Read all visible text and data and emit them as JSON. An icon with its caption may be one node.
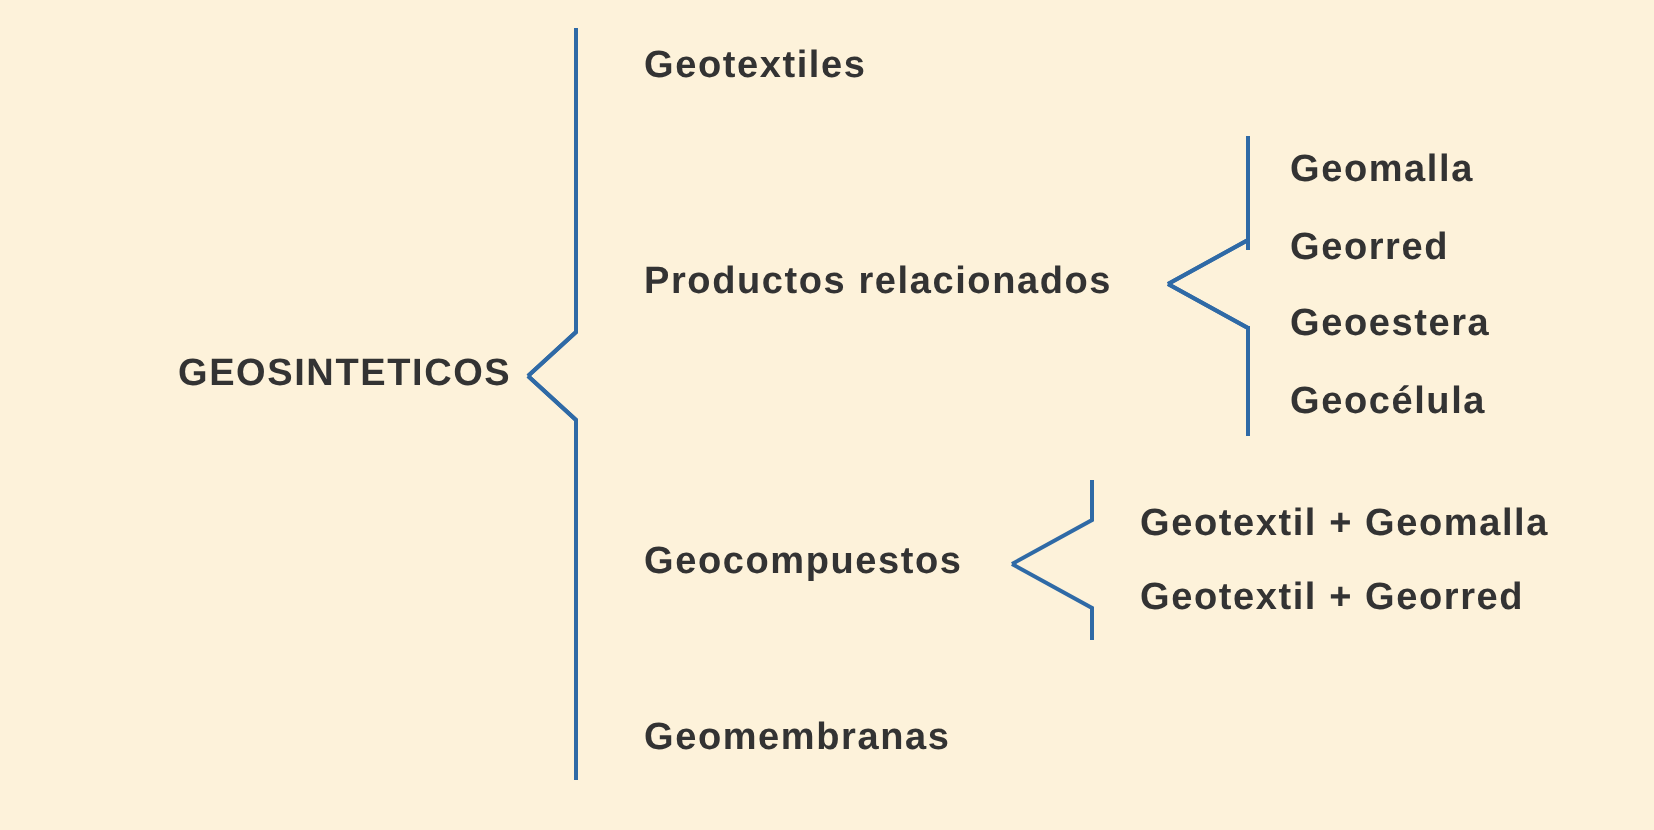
{
  "diagram": {
    "nodes": [
      {
        "text": [
          "GEOSINTETICOS"
        ]
      },
      {
        "text": [
          "Geotextiles"
        ]
      },
      {
        "text": [
          "Productos relacionados"
        ]
      },
      {
        "text": [
          "Geocompuestos"
        ]
      },
      {
        "text": [
          "Geomembranas"
        ]
      },
      {
        "text": [
          "Geomalla"
        ]
      },
      {
        "text": [
          "Georred"
        ]
      },
      {
        "text": [
          "Geoestera"
        ]
      },
      {
        "text": [
          "Geocélula"
        ]
      },
      {
        "text": [
          "Geotextil + Geomalla"
        ]
      },
      {
        "text": [
          "Geotextil + Georred"
        ]
      }
    ],
    "edges": [
      {
        "from": 0,
        "to": 1,
        "arrow": "none"
      },
      {
        "from": 0,
        "to": 2,
        "arrow": "none"
      },
      {
        "from": 0,
        "to": 3,
        "arrow": "none"
      },
      {
        "from": 0,
        "to": 4,
        "arrow": "none"
      },
      {
        "from": 2,
        "to": 5,
        "arrow": "none"
      },
      {
        "from": 2,
        "to": 6,
        "arrow": "none"
      },
      {
        "from": 2,
        "to": 7,
        "arrow": "none"
      },
      {
        "from": 2,
        "to": 8,
        "arrow": "none"
      },
      {
        "from": 3,
        "to": 9,
        "arrow": "none"
      },
      {
        "from": 3,
        "to": 10,
        "arrow": "none"
      }
    ]
  }
}
